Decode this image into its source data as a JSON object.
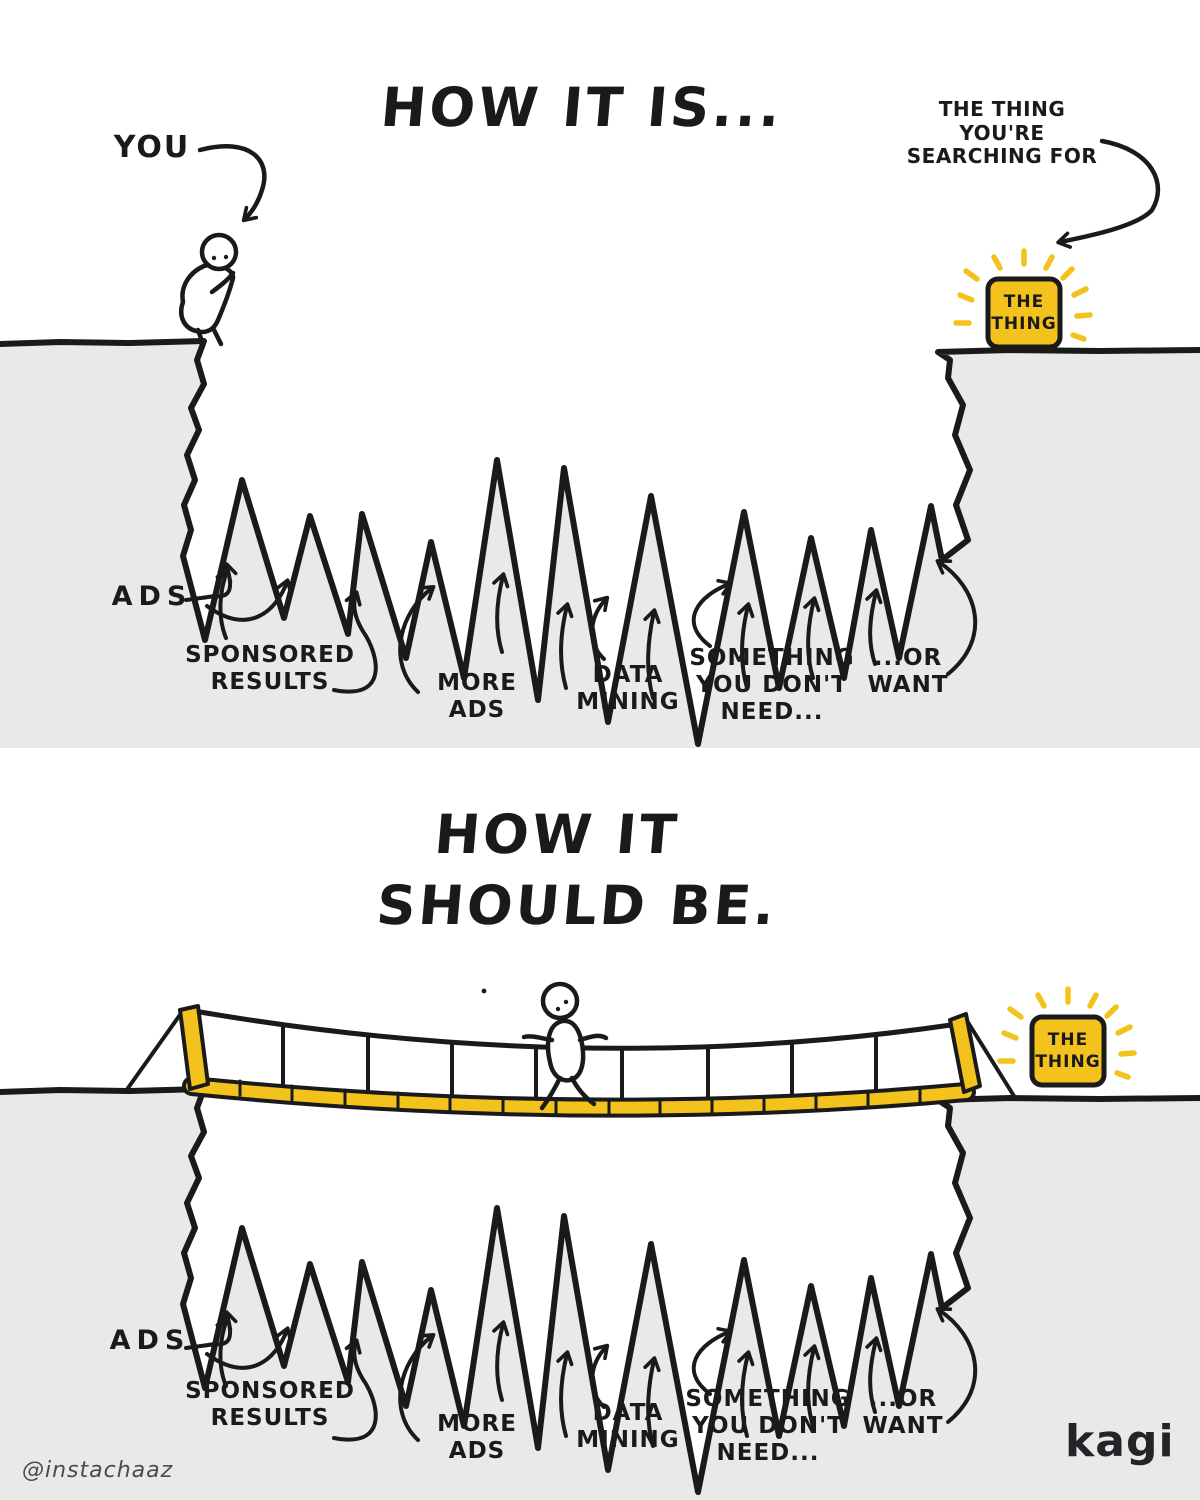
{
  "panel_top": {
    "title": "HOW IT IS...",
    "you_label": "YOU",
    "searching_label": "THE THING YOU'RE\nSEARCHING FOR",
    "thing_box_label": "THE\nTHING"
  },
  "panel_bottom": {
    "title_line1": "HOW IT",
    "title_line2": "SHOULD BE.",
    "thing_box_label": "THE\nTHING",
    "artist_credit": "@instachaaz",
    "brand_logo": "kagi"
  },
  "pit_labels": {
    "ads": "ADS",
    "sponsored_results": "SPONSORED\nRESULTS",
    "more_ads": "MORE\nADS",
    "data_mining": "DATA\nMINING",
    "something_you_dont_need": "SOMETHING\nYOU DON'T\nNEED...",
    "or_want": "...OR\nWANT"
  },
  "colors": {
    "ink": "#1A1A1A",
    "ground_gray": "#E9E9E9",
    "accent_yellow": "#F4C21C",
    "credit_gray": "#4A4B50",
    "brand_dark": "#222428"
  }
}
